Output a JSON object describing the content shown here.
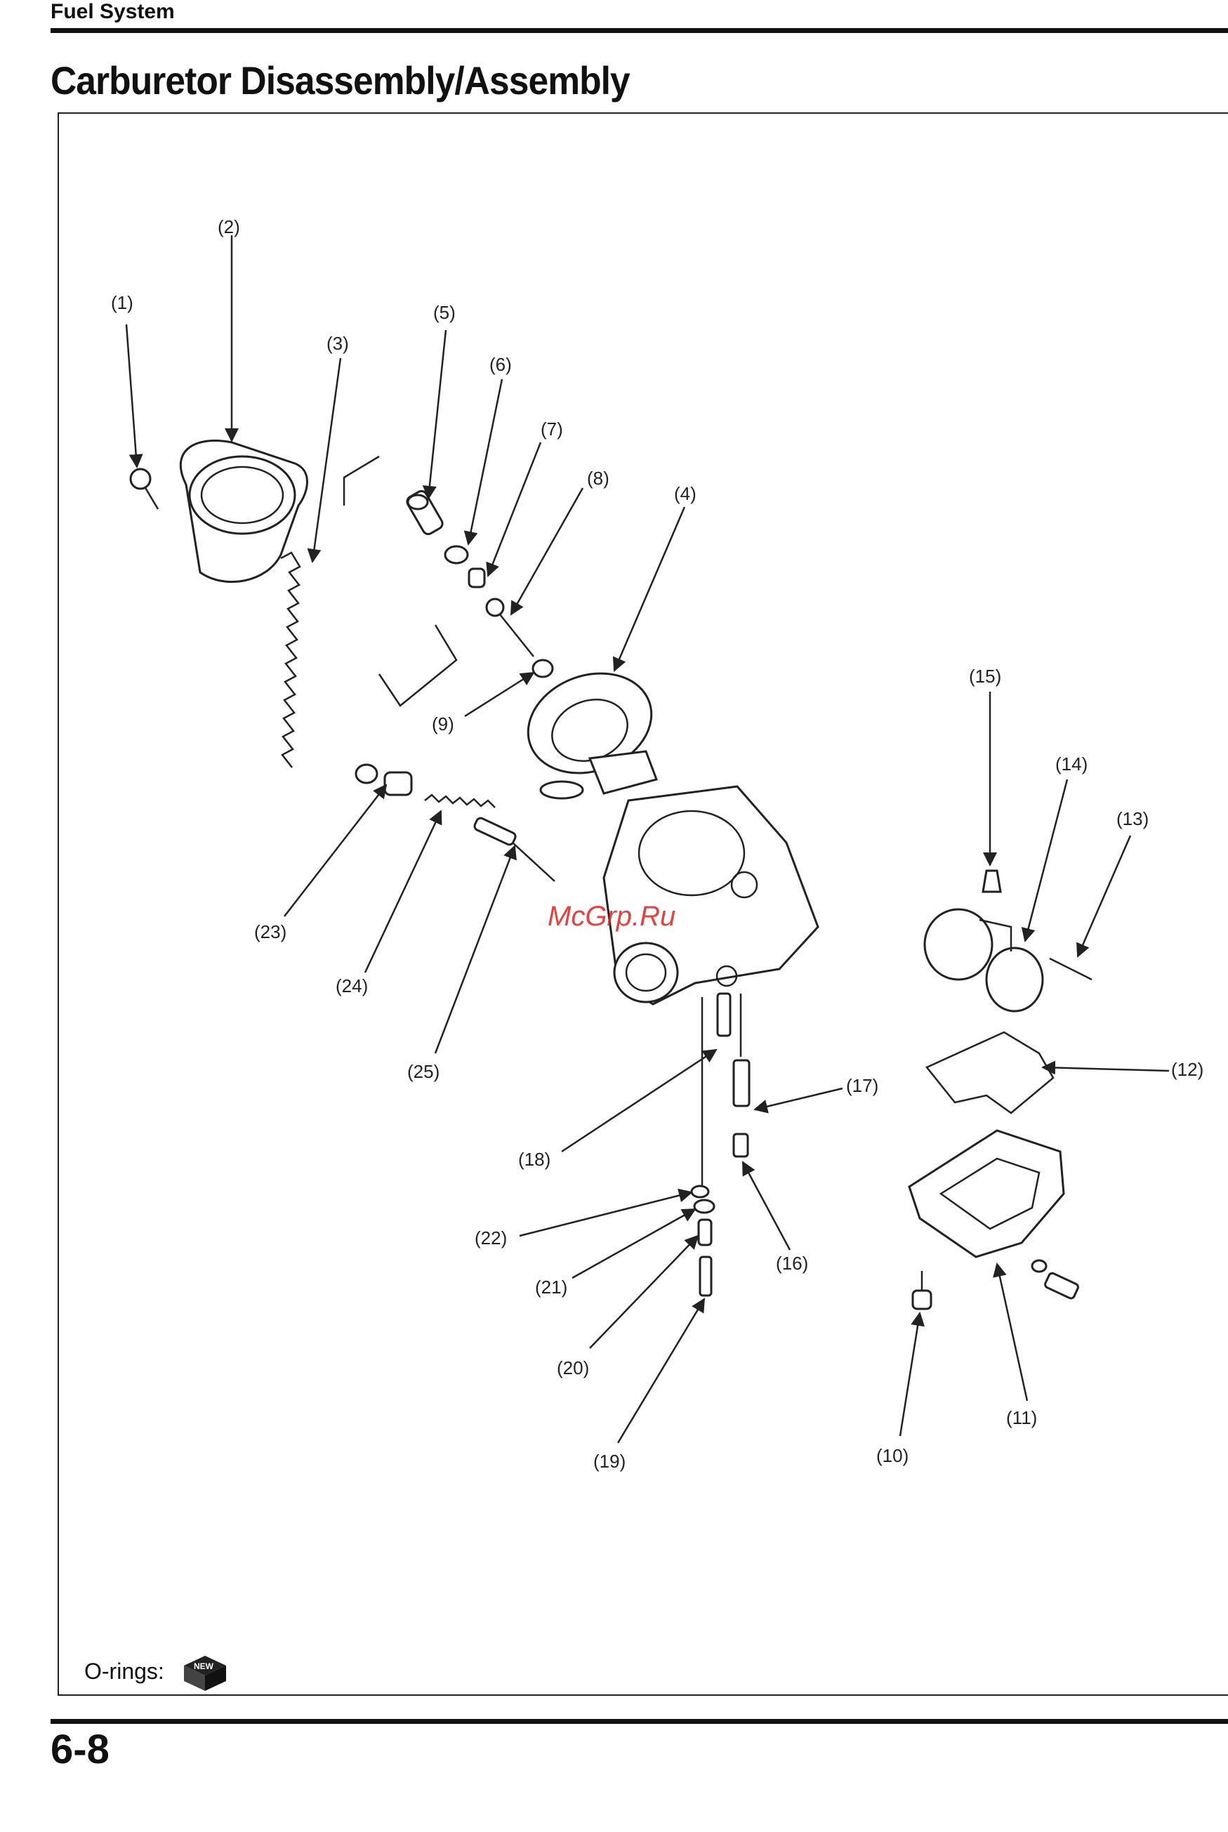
{
  "header": {
    "section": "Fuel System",
    "title": "Carburetor Disassembly/Assembly"
  },
  "footer": {
    "page_number": "6-8"
  },
  "legend": {
    "label": "O-rings:",
    "icon": "new-part-icon",
    "icon_text": "NEW"
  },
  "watermark": "McGrp.Ru",
  "callouts": [
    "(1)",
    "(2)",
    "(3)",
    "(4)",
    "(5)",
    "(6)",
    "(7)",
    "(8)",
    "(9)",
    "(10)",
    "(11)",
    "(12)",
    "(13)",
    "(14)",
    "(15)",
    "(16)",
    "(17)",
    "(18)",
    "(19)",
    "(20)",
    "(21)",
    "(22)",
    "(23)",
    "(24)",
    "(25)"
  ]
}
